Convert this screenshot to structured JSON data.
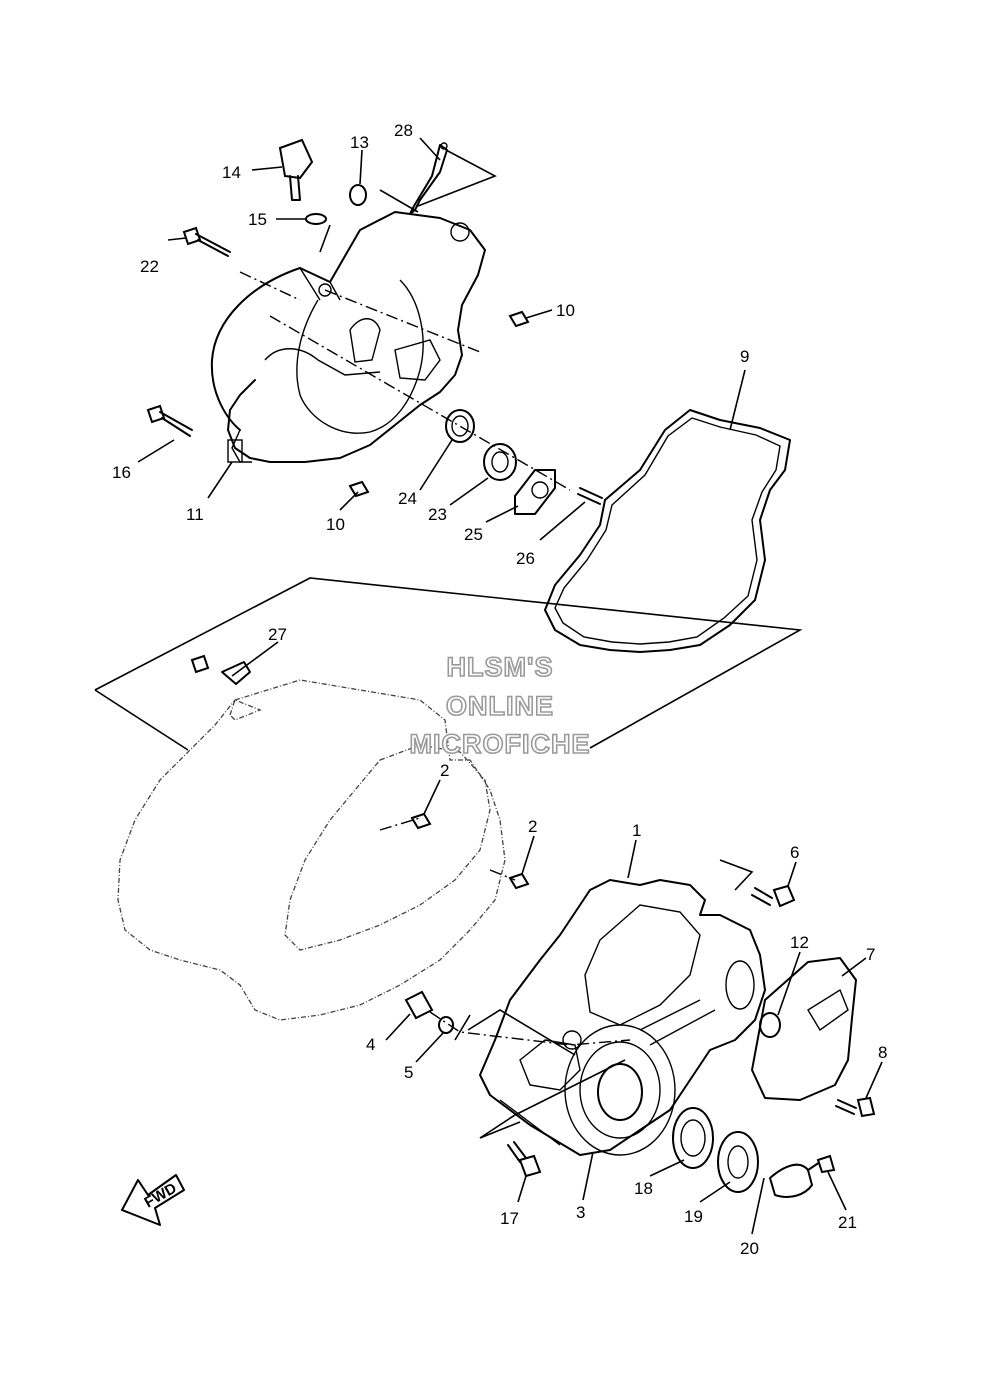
{
  "watermark": {
    "line1": "HLSM'S",
    "line2": "ONLINE",
    "line3": "MICROFICHE"
  },
  "direction_arrow": "FWD",
  "callouts": {
    "c1": "1",
    "c2a": "2",
    "c2b": "2",
    "c3": "3",
    "c4": "4",
    "c5": "5",
    "c6": "6",
    "c7": "7",
    "c8": "8",
    "c9": "9",
    "c10a": "10",
    "c10b": "10",
    "c11": "11",
    "c12": "12",
    "c13": "13",
    "c14": "14",
    "c15": "15",
    "c16": "16",
    "c17": "17",
    "c18": "18",
    "c19": "19",
    "c20": "20",
    "c21": "21",
    "c22": "22",
    "c23": "23",
    "c24": "24",
    "c25": "25",
    "c26": "26",
    "c27": "27",
    "c28": "28"
  }
}
